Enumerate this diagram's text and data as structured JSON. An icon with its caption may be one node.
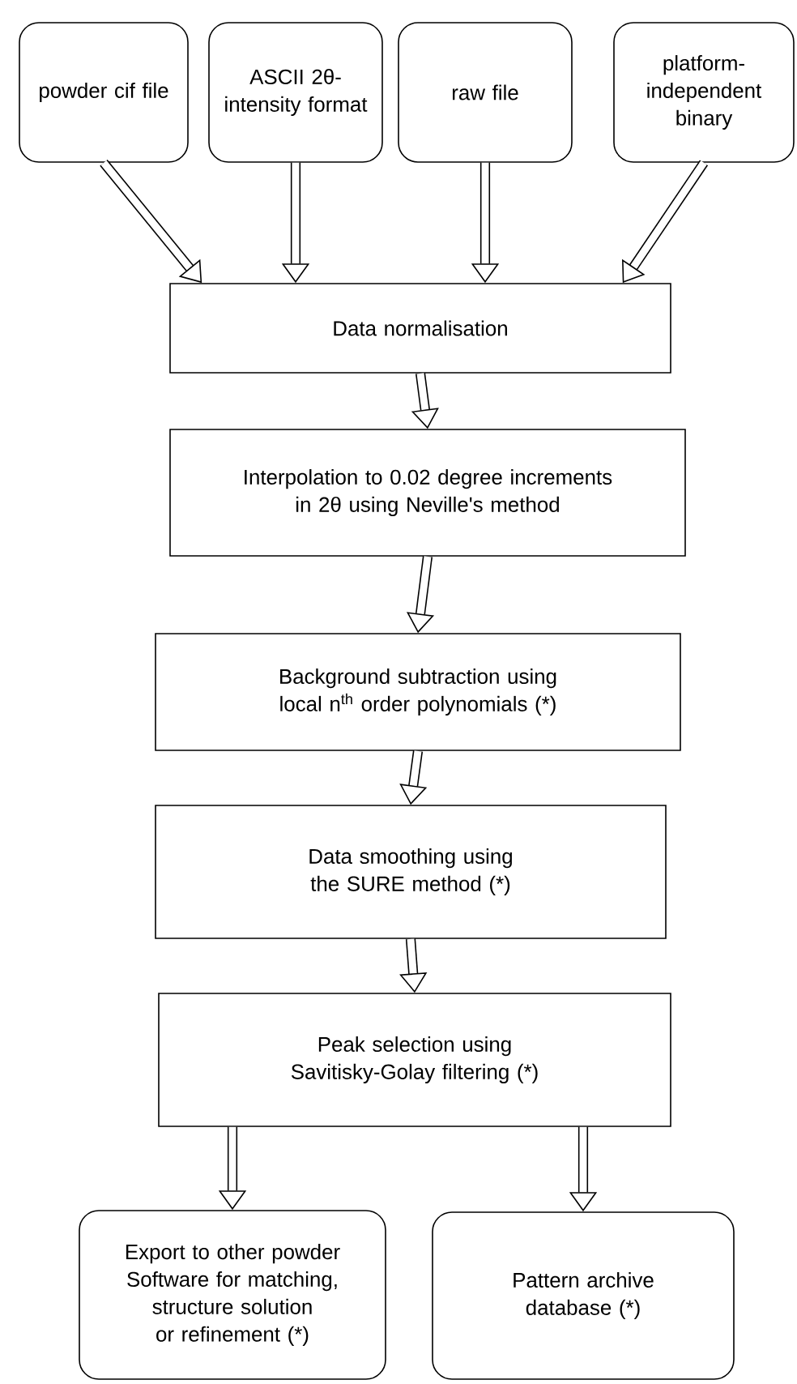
{
  "diagram": {
    "nodes": [
      {
        "text": [
          "powder cif file"
        ]
      },
      {
        "text": [
          "ASCII 2θ-intensity format"
        ]
      },
      {
        "text": [
          "raw file"
        ]
      },
      {
        "text": [
          "platform-independent binary"
        ]
      },
      {
        "text": [
          "Data normalisation"
        ]
      },
      {
        "text": [
          "Interpolation to 0.02 degree increments in 2θ using Neville's method"
        ]
      },
      {
        "text": [
          "Background subtraction using local n$^{th}$ order polynomials (*)"
        ]
      },
      {
        "text": [
          "Data smoothing using the SURE method (*)"
        ]
      },
      {
        "text": [
          "Peak selection using Savitisky-Golay filtering (*)"
        ]
      },
      {
        "text": [
          "Export to other powder Software for matching, structure solution or refinement (*)"
        ]
      },
      {
        "text": [
          "Pattern archive database (*)"
        ]
      }
    ],
    "edges": [
      {
        "from": 0,
        "to": 4,
        "arrow": "to"
      },
      {
        "from": 1,
        "to": 4,
        "arrow": "to"
      },
      {
        "from": 2,
        "to": 4,
        "arrow": "to"
      },
      {
        "from": 3,
        "to": 4,
        "arrow": "to"
      },
      {
        "from": 4,
        "to": 5,
        "arrow": "to"
      },
      {
        "from": 5,
        "to": 6,
        "arrow": "to"
      },
      {
        "from": 6,
        "to": 7,
        "arrow": "to"
      },
      {
        "from": 7,
        "to": 8,
        "arrow": "to"
      },
      {
        "from": 8,
        "to": 9,
        "arrow": "to"
      },
      {
        "from": 8,
        "to": 10,
        "arrow": "to"
      }
    ]
  }
}
